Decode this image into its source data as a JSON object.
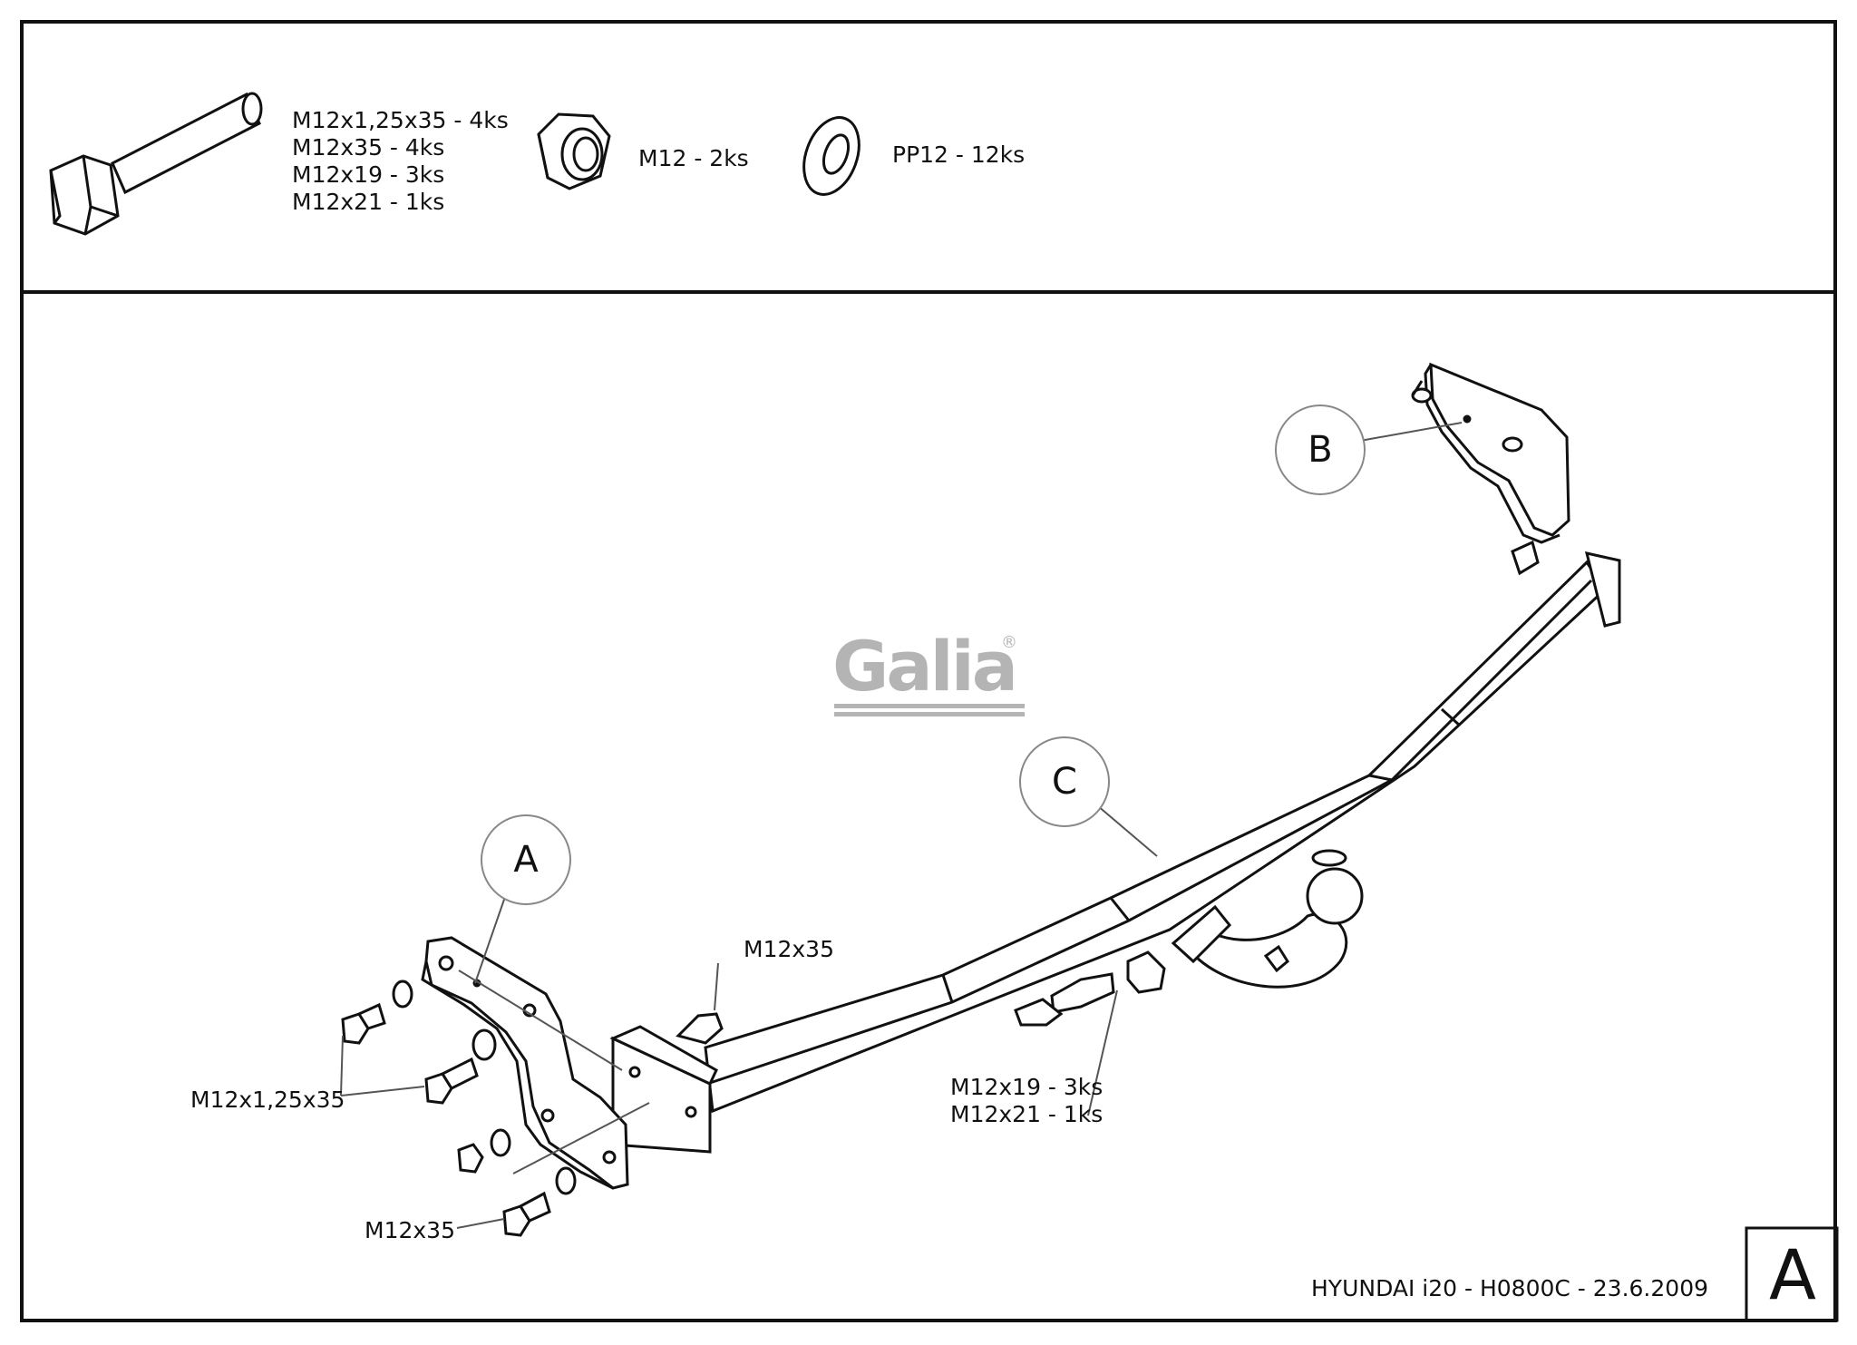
{
  "parts": {
    "bolt_lines": [
      "M12x1,25x35 - 4ks",
      "M12x35 - 4ks",
      "M12x19 - 3ks",
      "M12x21 - 1ks"
    ],
    "nut": "M12 - 2ks",
    "washer": "PP12 - 12ks"
  },
  "logo": {
    "text": "Galia",
    "mark": "®"
  },
  "callouts": {
    "a": "A",
    "b": "B",
    "c": "C"
  },
  "labels": {
    "m12x35_top": "M12x35",
    "m12x125x35": "M12x1,25x35",
    "m12x35_bottom": "M12x35",
    "m12x19": "M12x19 - 3ks",
    "m12x21": "M12x21 - 1ks"
  },
  "title_block": {
    "title": "HYUNDAI i20 - H0800C - 23.6.2009",
    "sheet_letter": "A"
  }
}
